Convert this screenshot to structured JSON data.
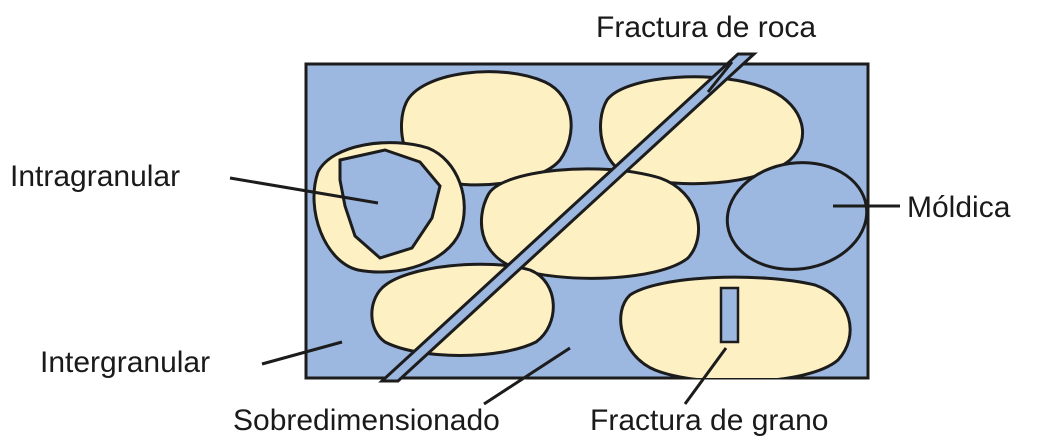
{
  "labels": {
    "rock_fracture": "Fractura de roca",
    "intragranular": "Intragranular",
    "moldic": "Móldica",
    "intergranular": "Intergranular",
    "oversized": "Sobredimensionado",
    "grain_fracture": "Fractura de grano"
  },
  "colors": {
    "pore_blue": "#9db8e0",
    "grain_cream": "#fdf1c4",
    "outline": "#1c1c1c"
  }
}
